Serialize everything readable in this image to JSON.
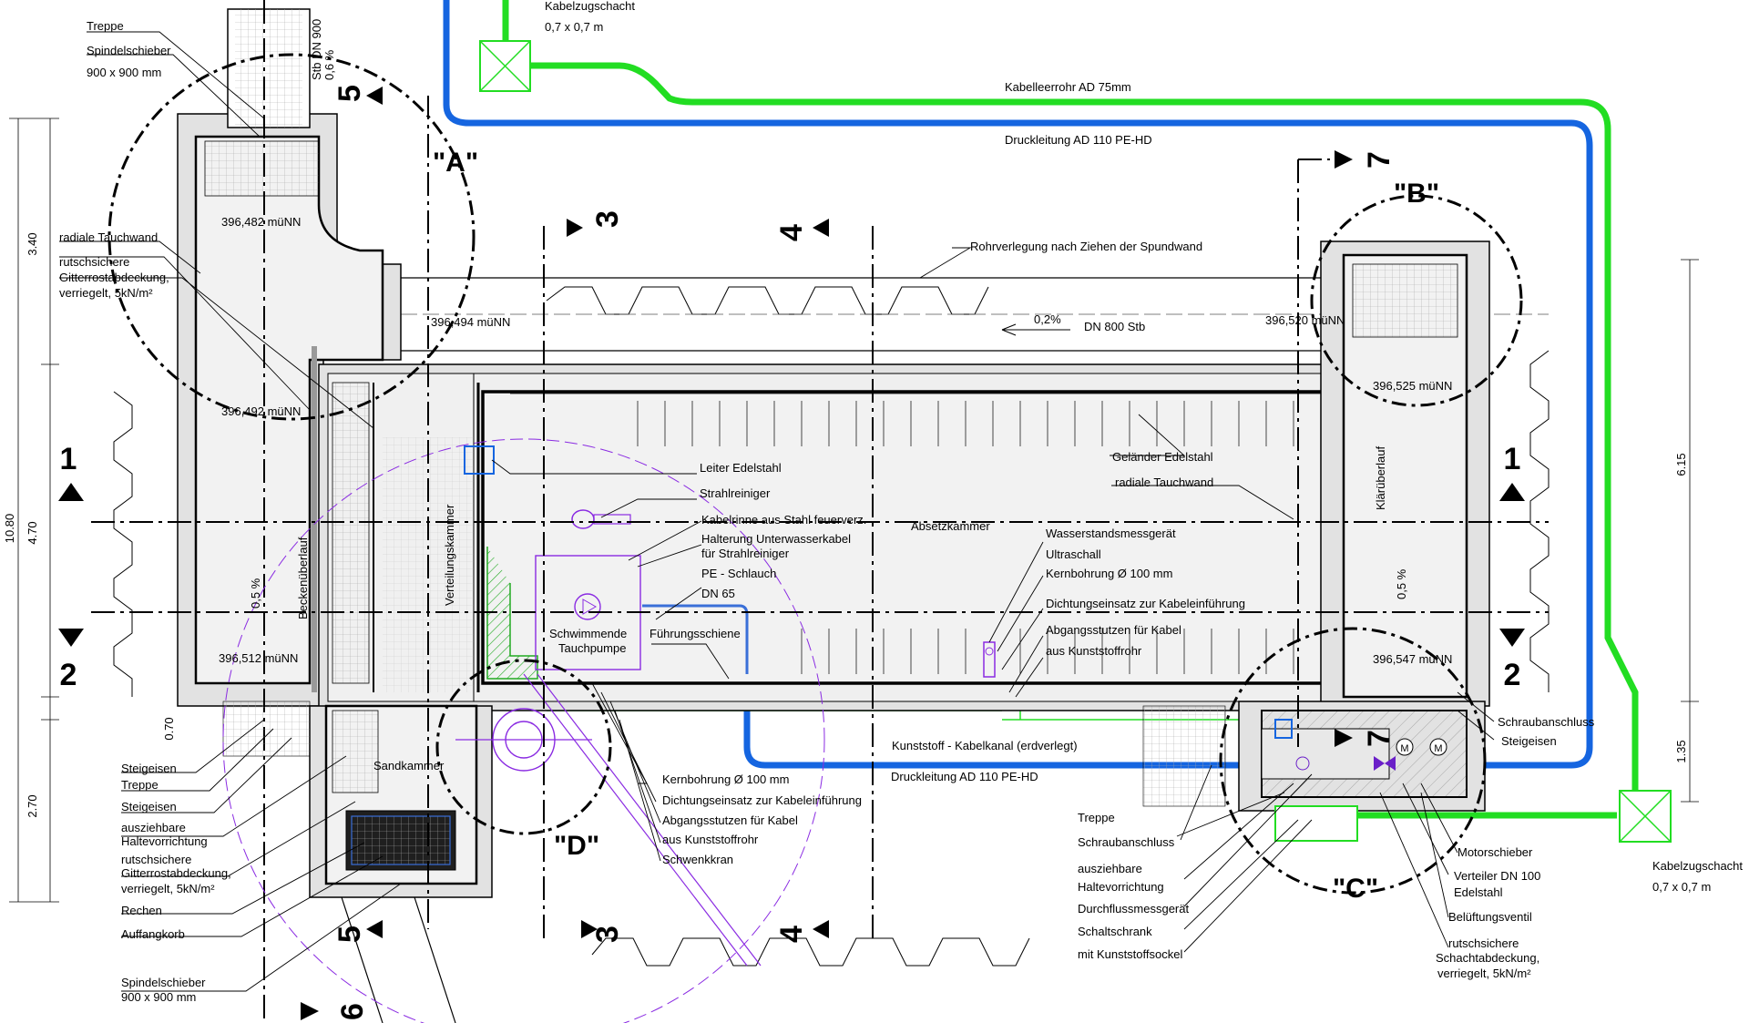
{
  "drawing": {
    "top_labels": {
      "kabelzugschacht_top": "Kabelzugschacht",
      "kabelzugschacht_top_size": "0,7 x 0,7 m",
      "kabelleerrohr": "Kabelleerrohr AD 75mm",
      "druckleitung_top": "Druckleitung AD 110 PE-HD",
      "rohrverlegung": "Rohrverlegung nach Ziehen der Spundwand",
      "dn800": "DN 800 Stb",
      "gefaelle_pipe": "0,2%",
      "stb_dn900": "Stb DN 900",
      "gefaelle_dn900": "0,6 %"
    },
    "chambers": {
      "absetzkammer": "Absetzkammer",
      "verteilungskammer": "Verteilungskammer",
      "sandkammer": "Sandkammer",
      "beckenueberlauf": "Beckenüberlauf",
      "klaerueberlauf": "Klärüberlauf",
      "pumpe_line1": "Schwimmende",
      "pumpe_line2": "Tauchpumpe",
      "gefaelle_left": "0,5 %",
      "gefaelle_right": "0,5 %"
    },
    "elevations": {
      "e1": "396,482 müNN",
      "e2": "396,494 müNN",
      "e3": "396,492 müNN",
      "e4": "396,512 müNN",
      "e5": "396,520 müNN",
      "e6": "396,525 müNN",
      "e7": "396,547 müNN"
    },
    "left_labels": {
      "treppe_top": "Treppe",
      "spindel_top": "Spindelschieber",
      "spindel_top_size": "900 x 900 mm",
      "radiale": "radiale Tauchwand",
      "gitter_1": "rutschsichere",
      "gitter_2": "Gitterrostabdeckung,",
      "gitter_3": "verriegelt, 5kN/m²",
      "steigeisen": "Steigeisen",
      "treppe": "Treppe",
      "steigeisen2": "Steigeisen",
      "halte_1": "ausziehbare",
      "halte_2": "Haltevorrichtung",
      "gitter2_1": "rutschsichere",
      "gitter2_2": "Gitterrostabdeckung,",
      "gitter2_3": "verriegelt, 5kN/m²",
      "rechen": "Rechen",
      "auffangkorb": "Auffangkorb",
      "spindel_bottom": "Spindelschieber",
      "spindel_bottom_size": "900 x 900 mm"
    },
    "middle_labels": {
      "leiter": "Leiter Edelstahl",
      "strahlreiniger": "Strahlreiniger",
      "kabelrinne": "Kabelrinne aus Stahl feuerverz.",
      "halterung_1": "Halterung Unterwasserkabel",
      "halterung_2": "für Strahlreiniger",
      "pe_schlauch": "PE - Schlauch",
      "dn65": "DN 65",
      "fuehrung": "Führungsschiene",
      "wasserstand": "Wasserstandsmessgerät",
      "ultraschall": "Ultraschall",
      "kernbohrung_top": "Kernbohrung Ø 100 mm",
      "dichtung_top": "Dichtungseinsatz zur Kabeleinführung",
      "abgang_top_1": "Abgangsstutzen für Kabel",
      "abgang_top_2": "aus Kunststoffrohr",
      "gelaender": "Geländer Edelstahl",
      "radiale_r": "radiale Tauchwand",
      "kabelkanal": "Kunststoff - Kabelkanal (erdverlegt)",
      "druckleitung_bottom": "Druckleitung AD 110 PE-HD",
      "kernbohrung_b": "Kernbohrung Ø 100 mm",
      "dichtung_b": "Dichtungseinsatz zur Kabeleinführung",
      "abgang_b_1": "Abgangsstutzen für Kabel",
      "abgang_b_2": "aus Kunststoffrohr",
      "schwenkkran": "Schwenkkran"
    },
    "right_labels": {
      "treppe": "Treppe",
      "schraub": "Schraubanschluss",
      "halte_1": "ausziehbare",
      "halte_2": "Haltevorrichtung",
      "durchfluss": "Durchflussmessgerät",
      "schaltschrank_1": "Schaltschrank",
      "schaltschrank_2": "mit Kunststoffsockel",
      "schraub_r": "Schraubanschluss",
      "steigeisen_r": "Steigeisen",
      "motorschieber": "Motorschieber",
      "verteiler_1": "Verteiler DN 100",
      "verteiler_2": "Edelstahl",
      "belueftung": "Belüftungsventil",
      "abdeckung_1": "rutschsichere",
      "abdeckung_2": "Schachtabdeckung,",
      "abdeckung_3": "verriegelt, 5kN/m²",
      "kabelzug": "Kabelzugschacht",
      "kabelzug_size": "0,7 x 0,7 m",
      "valve_m": "M"
    },
    "dimensions": {
      "left_total": "10.80",
      "left_a": "3.40",
      "left_b": "4.70",
      "left_c": "0.70",
      "left_d": "2.70",
      "right_a": "6.15",
      "right_b": "1.35"
    },
    "sections": {
      "s1": "1",
      "s2": "2",
      "s3": "3",
      "s4": "4",
      "s5": "5",
      "s6": "6",
      "s7": "7"
    },
    "details": {
      "A": "\"A\"",
      "B": "\"B\"",
      "C": "\"C\"",
      "D": "\"D\""
    },
    "colors": {
      "druckleitung": "#1565e0",
      "kabel": "#22dd22",
      "annotation": "#8a2be2",
      "hatch": "#22aa22"
    }
  }
}
